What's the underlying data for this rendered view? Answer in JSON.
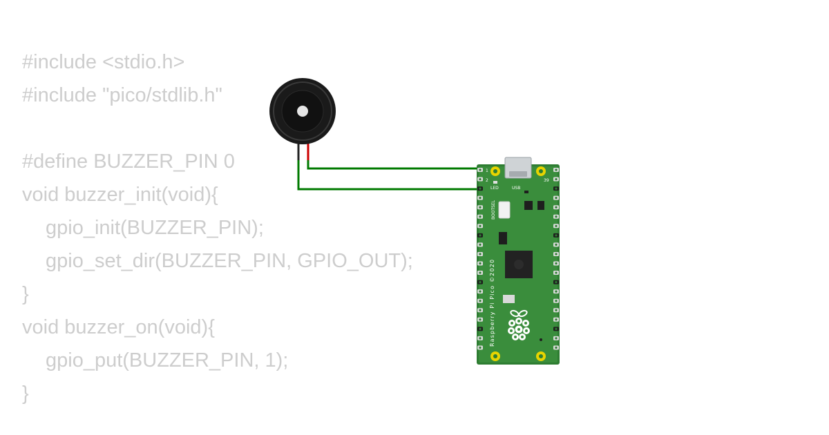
{
  "code": {
    "lines": [
      {
        "text": "#include <stdio.h>",
        "indent": false
      },
      {
        "text": "#include \"pico/stdlib.h\"",
        "indent": false
      },
      {
        "text": "",
        "indent": false
      },
      {
        "text": "#define BUZZER_PIN 0",
        "indent": false
      },
      {
        "text": "void buzzer_init(void){",
        "indent": false
      },
      {
        "text": "gpio_init(BUZZER_PIN);",
        "indent": true
      },
      {
        "text": "gpio_set_dir(BUZZER_PIN, GPIO_OUT);",
        "indent": true
      },
      {
        "text": "}",
        "indent": false
      },
      {
        "text": "void buzzer_on(void){",
        "indent": false
      },
      {
        "text": "gpio_put(BUZZER_PIN, 1);",
        "indent": true
      },
      {
        "text": "}",
        "indent": false
      }
    ]
  },
  "board": {
    "silkscreen_name": "Raspberry Pi Pico ©2020",
    "bootsel_label": "BOOTSEL",
    "led_label": "LED",
    "usb_label": "USB",
    "pin1": "1",
    "pin2": "2",
    "pin39": "39",
    "color": "#2e7d32"
  },
  "wires": {
    "color": "#007a00",
    "buzzer_lead_colors": [
      "#222222",
      "#cc0000"
    ]
  }
}
